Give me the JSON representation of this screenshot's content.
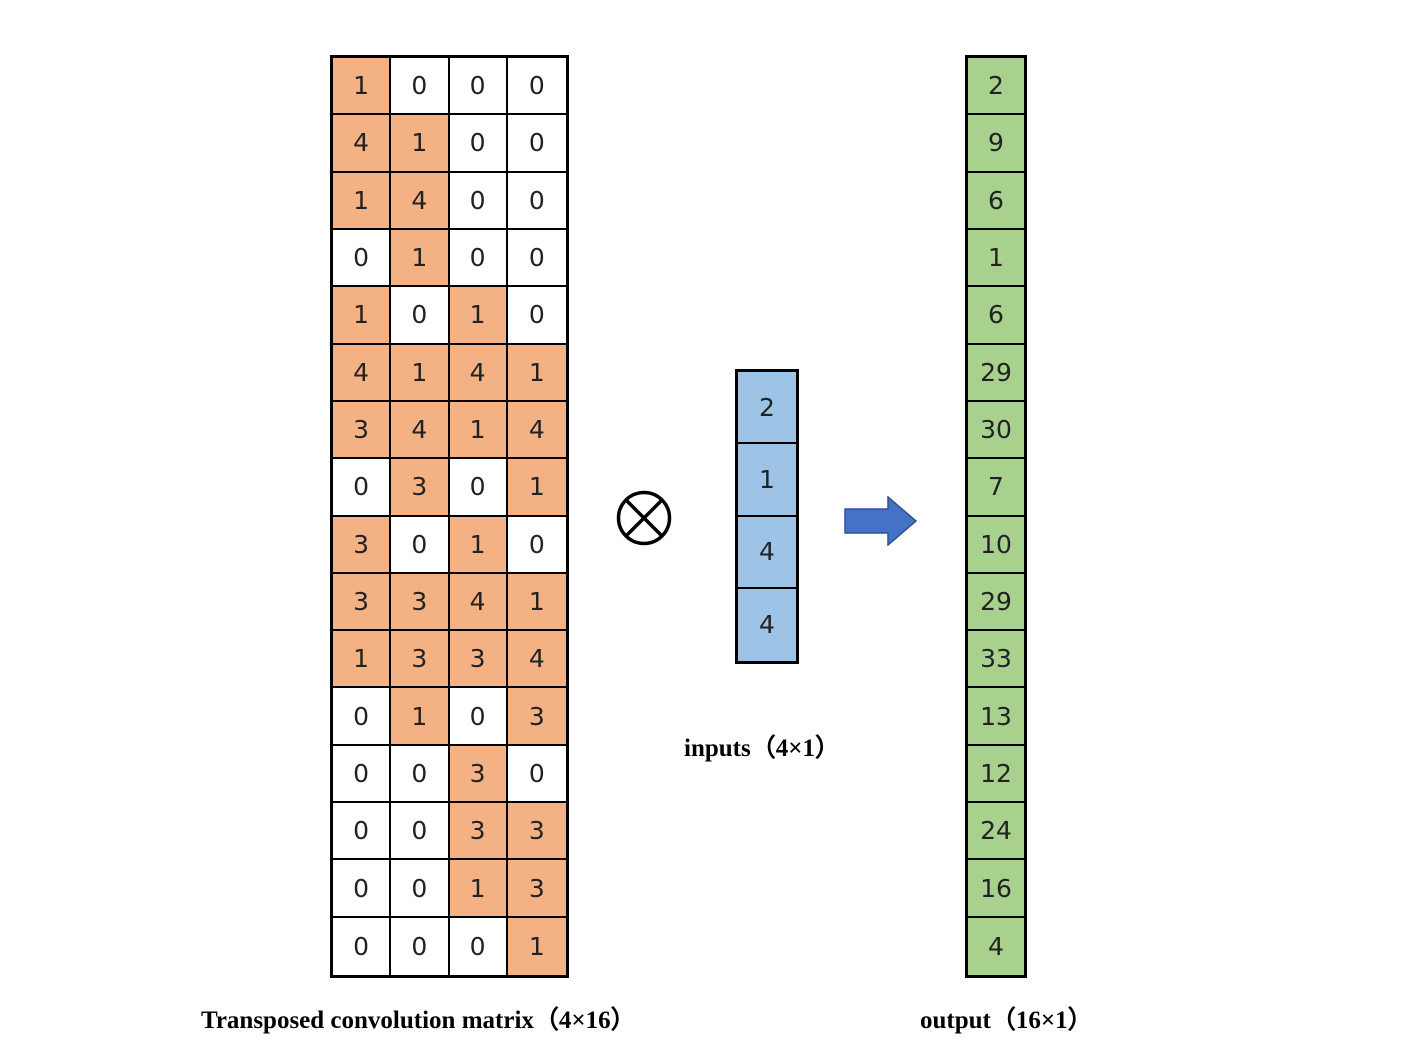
{
  "matrix": {
    "rows": [
      [
        "1",
        "0",
        "0",
        "0"
      ],
      [
        "4",
        "1",
        "0",
        "0"
      ],
      [
        "1",
        "4",
        "0",
        "0"
      ],
      [
        "0",
        "1",
        "0",
        "0"
      ],
      [
        "1",
        "0",
        "1",
        "0"
      ],
      [
        "4",
        "1",
        "4",
        "1"
      ],
      [
        "3",
        "4",
        "1",
        "4"
      ],
      [
        "0",
        "3",
        "0",
        "1"
      ],
      [
        "3",
        "0",
        "1",
        "0"
      ],
      [
        "3",
        "3",
        "4",
        "1"
      ],
      [
        "1",
        "3",
        "3",
        "4"
      ],
      [
        "0",
        "1",
        "0",
        "3"
      ],
      [
        "0",
        "0",
        "3",
        "0"
      ],
      [
        "0",
        "0",
        "3",
        "3"
      ],
      [
        "0",
        "0",
        "1",
        "3"
      ],
      [
        "0",
        "0",
        "0",
        "1"
      ]
    ],
    "highlighted": [
      [
        true,
        false,
        false,
        false
      ],
      [
        true,
        true,
        false,
        false
      ],
      [
        true,
        true,
        false,
        false
      ],
      [
        false,
        true,
        false,
        false
      ],
      [
        true,
        false,
        true,
        false
      ],
      [
        true,
        true,
        true,
        true
      ],
      [
        true,
        true,
        true,
        true
      ],
      [
        false,
        true,
        false,
        true
      ],
      [
        true,
        false,
        true,
        false
      ],
      [
        true,
        true,
        true,
        true
      ],
      [
        true,
        true,
        true,
        true
      ],
      [
        false,
        true,
        false,
        true
      ],
      [
        false,
        false,
        true,
        false
      ],
      [
        false,
        false,
        true,
        true
      ],
      [
        false,
        false,
        true,
        true
      ],
      [
        false,
        false,
        false,
        true
      ]
    ],
    "caption": "Transposed convolution matrix（4×16）"
  },
  "inputs": {
    "values": [
      "2",
      "1",
      "4",
      "4"
    ],
    "caption": "inputs（4×1）"
  },
  "output": {
    "values": [
      "2",
      "9",
      "6",
      "1",
      "6",
      "29",
      "30",
      "7",
      "10",
      "29",
      "33",
      "13",
      "12",
      "24",
      "16",
      "4"
    ],
    "caption": "output（16×1）"
  },
  "operator_icon": "circled-times-icon",
  "arrow_icon": "right-arrow-icon",
  "colors": {
    "matrix_highlight": "#f4b183",
    "inputs_fill": "#9dc3e6",
    "output_fill": "#a9d18e",
    "arrow": "#4472c4"
  }
}
